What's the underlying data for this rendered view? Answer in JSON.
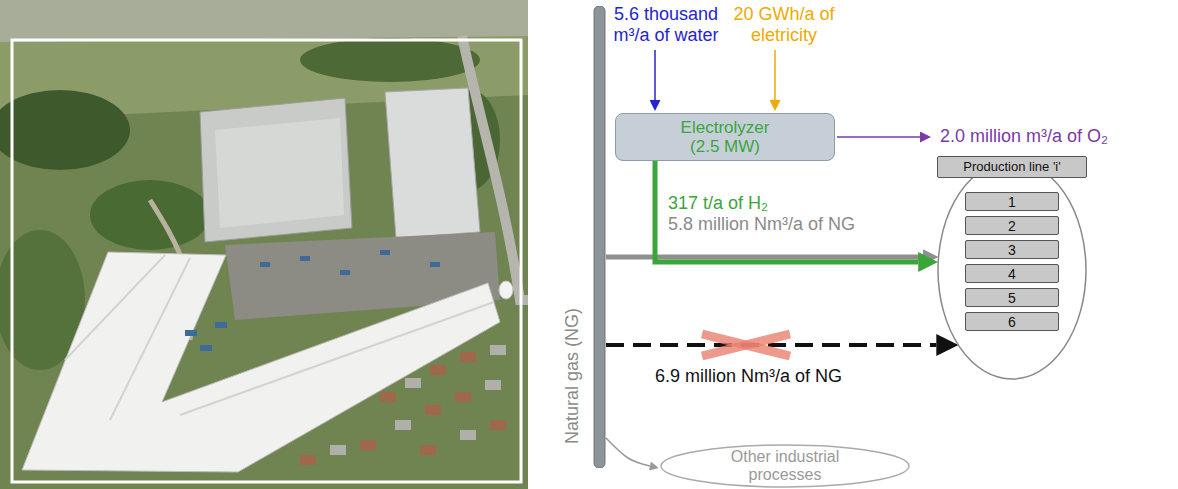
{
  "diagram": {
    "nodes": [
      {
        "text": [
          "Natural gas (NG)"
        ]
      },
      {
        "text": [
          "Electrolyzer (2.5 MW)"
        ]
      },
      {
        "text": [
          "Production line 'i'"
        ]
      },
      {
        "text": [
          "1"
        ],
        "in": 2
      },
      {
        "text": [
          "2"
        ],
        "in": 2
      },
      {
        "text": [
          "3"
        ],
        "in": 2
      },
      {
        "text": [
          "4"
        ],
        "in": 2
      },
      {
        "text": [
          "5"
        ],
        "in": 2
      },
      {
        "text": [
          "6"
        ],
        "in": 2
      },
      {
        "text": [
          "Other industrial processes"
        ]
      }
    ],
    "edges": [
      {
        "from": 1,
        "to": 2,
        "arrow": "to",
        "label": "317 t/a of H₂"
      },
      {
        "from": 0,
        "to": 2,
        "arrow": "to",
        "label": "5.8 million Nm³/a of NG"
      },
      {
        "from": 0,
        "to": 2,
        "arrow": "to",
        "label": "6.9 million Nm³/a of NG"
      },
      {
        "from": 0,
        "to": 9,
        "arrow": "to"
      }
    ],
    "labels": [
      "5.6 thousand m³/a of water",
      "20 GWh/a of eletricity",
      "2.0 million m³/a of O₂"
    ]
  }
}
